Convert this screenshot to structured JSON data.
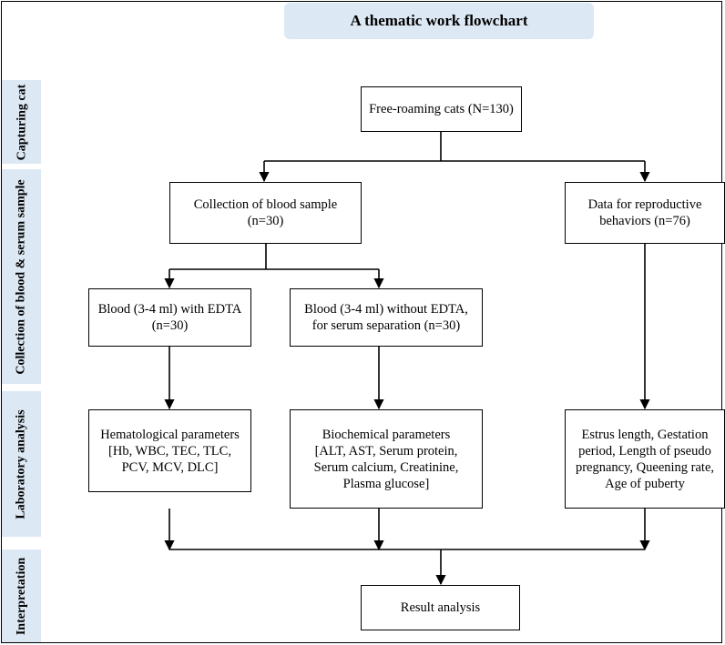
{
  "title": "A thematic work flowchart",
  "stages": [
    {
      "id": "capturing",
      "label": "Capturing\ncat"
    },
    {
      "id": "collection",
      "label": "Collection of blood &\nserum sample"
    },
    {
      "id": "laboratory",
      "label": "Laboratory\nanalysis"
    },
    {
      "id": "interpretation",
      "label": "Interpretation"
    }
  ],
  "nodes": {
    "free_roaming": "Free-roaming cats (N=130)",
    "blood_collection": "Collection of blood sample\n(n=30)",
    "reproductive_data": "Data for reproductive\nbehaviors (n=76)",
    "blood_edta": "Blood (3-4 ml) with EDTA\n(n=30)",
    "blood_no_edta": "Blood (3-4 ml) without EDTA,\nfor serum separation (n=30)",
    "hematological": "Hematological parameters\n[Hb, WBC, TEC, TLC,\nPCV, MCV, DLC]",
    "biochemical": "Biochemical parameters\n[ALT, AST, Serum protein,\nSerum calcium, Creatinine,\nPlasma glucose]",
    "reproductive_params": "Estrus length, Gestation\nperiod, Length of pseudo\npregnancy, Queening rate,\nAge of puberty",
    "result_analysis": "Result analysis"
  },
  "edges": [
    [
      "free_roaming",
      "blood_collection"
    ],
    [
      "free_roaming",
      "reproductive_data"
    ],
    [
      "blood_collection",
      "blood_edta"
    ],
    [
      "blood_collection",
      "blood_no_edta"
    ],
    [
      "blood_edta",
      "hematological"
    ],
    [
      "blood_no_edta",
      "biochemical"
    ],
    [
      "reproductive_data",
      "reproductive_params"
    ],
    [
      "hematological",
      "result_analysis"
    ],
    [
      "biochemical",
      "result_analysis"
    ],
    [
      "reproductive_params",
      "result_analysis"
    ]
  ],
  "colors": {
    "stage_fill": "#dce8f4",
    "title_fill": "#dce8f4",
    "line": "#000000"
  }
}
